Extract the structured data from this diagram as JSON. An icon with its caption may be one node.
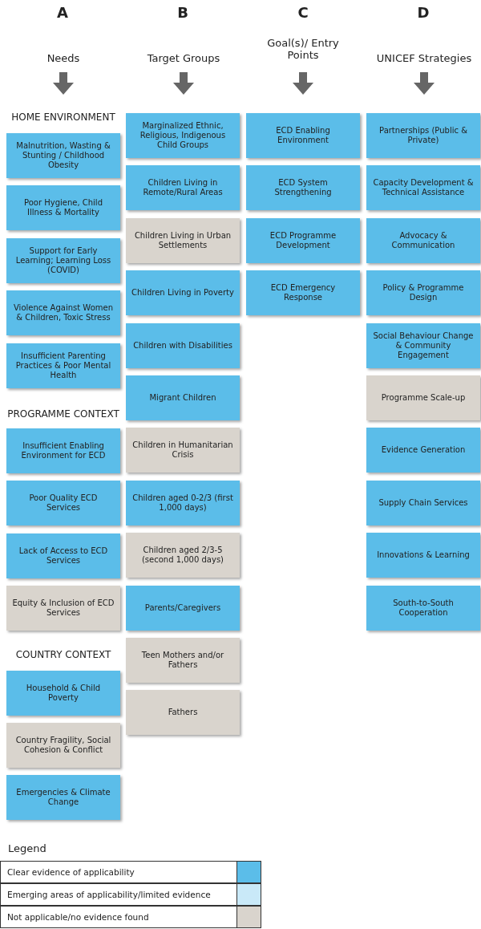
{
  "diagram": {
    "nodes": [
      {
        "text": [
          "Malnutrition, Wasting & Stunting / Childhood Obesity"
        ]
      },
      {
        "text": [
          "Poor Hygiene, Child Illness & Mortality"
        ]
      },
      {
        "text": [
          "Support for Early Learning; Learning Loss (COVID)"
        ]
      },
      {
        "text": [
          "Violence Against Women & Children, Toxic Stress"
        ]
      },
      {
        "text": [
          "Insufficient Parenting Practices & Poor Mental Health"
        ]
      },
      {
        "text": [
          "Insufficient Enabling Environment for ECD"
        ]
      },
      {
        "text": [
          "Poor Quality ECD Services"
        ]
      },
      {
        "text": [
          "Lack of Access to ECD Services"
        ]
      },
      {
        "text": [
          "Equity & Inclusion of ECD Services"
        ]
      },
      {
        "text": [
          "Household & Child Poverty"
        ]
      },
      {
        "text": [
          "Country Fragility, Social Cohesion & Conflict"
        ]
      },
      {
        "text": [
          "Emergencies & Climate Change"
        ]
      },
      {
        "text": [
          "Marginalized Ethnic, Religious, Indigenous Child Groups"
        ]
      },
      {
        "text": [
          "Children Living in Remote/Rural Areas"
        ]
      },
      {
        "text": [
          "Children Living in Urban Settlements"
        ]
      },
      {
        "text": [
          "Children Living in Poverty"
        ]
      },
      {
        "text": [
          "Children with Disabilities"
        ]
      },
      {
        "text": [
          "Migrant Children"
        ]
      },
      {
        "text": [
          "Children in Humanitarian Crisis"
        ]
      },
      {
        "text": [
          "Children aged 0-2/3 (first 1,000 days)"
        ]
      },
      {
        "text": [
          "Children aged 2/3-5 (second 1,000 days)"
        ]
      },
      {
        "text": [
          "Parents/Caregivers"
        ]
      },
      {
        "text": [
          "Teen Mothers and/or Fathers"
        ]
      },
      {
        "text": [
          "Fathers"
        ]
      },
      {
        "text": [
          "ECD Enabling Environment"
        ]
      },
      {
        "text": [
          "ECD System Strengthening"
        ]
      },
      {
        "text": [
          "ECD Programme Development"
        ]
      },
      {
        "text": [
          "ECD Emergency Response"
        ]
      },
      {
        "text": [
          "Partnerships (Public & Private)"
        ]
      },
      {
        "text": [
          "Capacity Development & Technical Assistance"
        ]
      },
      {
        "text": [
          "Advocacy & Communication"
        ]
      },
      {
        "text": [
          "Policy & Programme Design"
        ]
      },
      {
        "text": [
          "Social Behaviour Change & Community Engagement"
        ]
      },
      {
        "text": [
          "Programme Scale-up"
        ]
      },
      {
        "text": [
          "Evidence Generation"
        ]
      },
      {
        "text": [
          "Supply Chain Services"
        ]
      },
      {
        "text": [
          "Innovations & Learning"
        ]
      },
      {
        "text": [
          "South-to-South Cooperation"
        ]
      }
    ],
    "edges": [],
    "labels": [
      "A",
      "B",
      "C",
      "D",
      "Needs",
      "Target Groups",
      "Goal(s)/ Entry Points",
      "UNICEF Strategies",
      "HOME ENVIRONMENT",
      "PROGRAMME CONTEXT",
      "COUNTRY CONTEXT",
      "Legend"
    ],
    "legend": [
      {
        "text": "Clear evidence of applicability",
        "color": "#5bbde9"
      },
      {
        "text": "Emerging areas of applicability/limited evidence",
        "color": "#c9e9f8"
      },
      {
        "text": "Not applicable/no evidence found",
        "color": "#d9d4cd"
      }
    ]
  }
}
